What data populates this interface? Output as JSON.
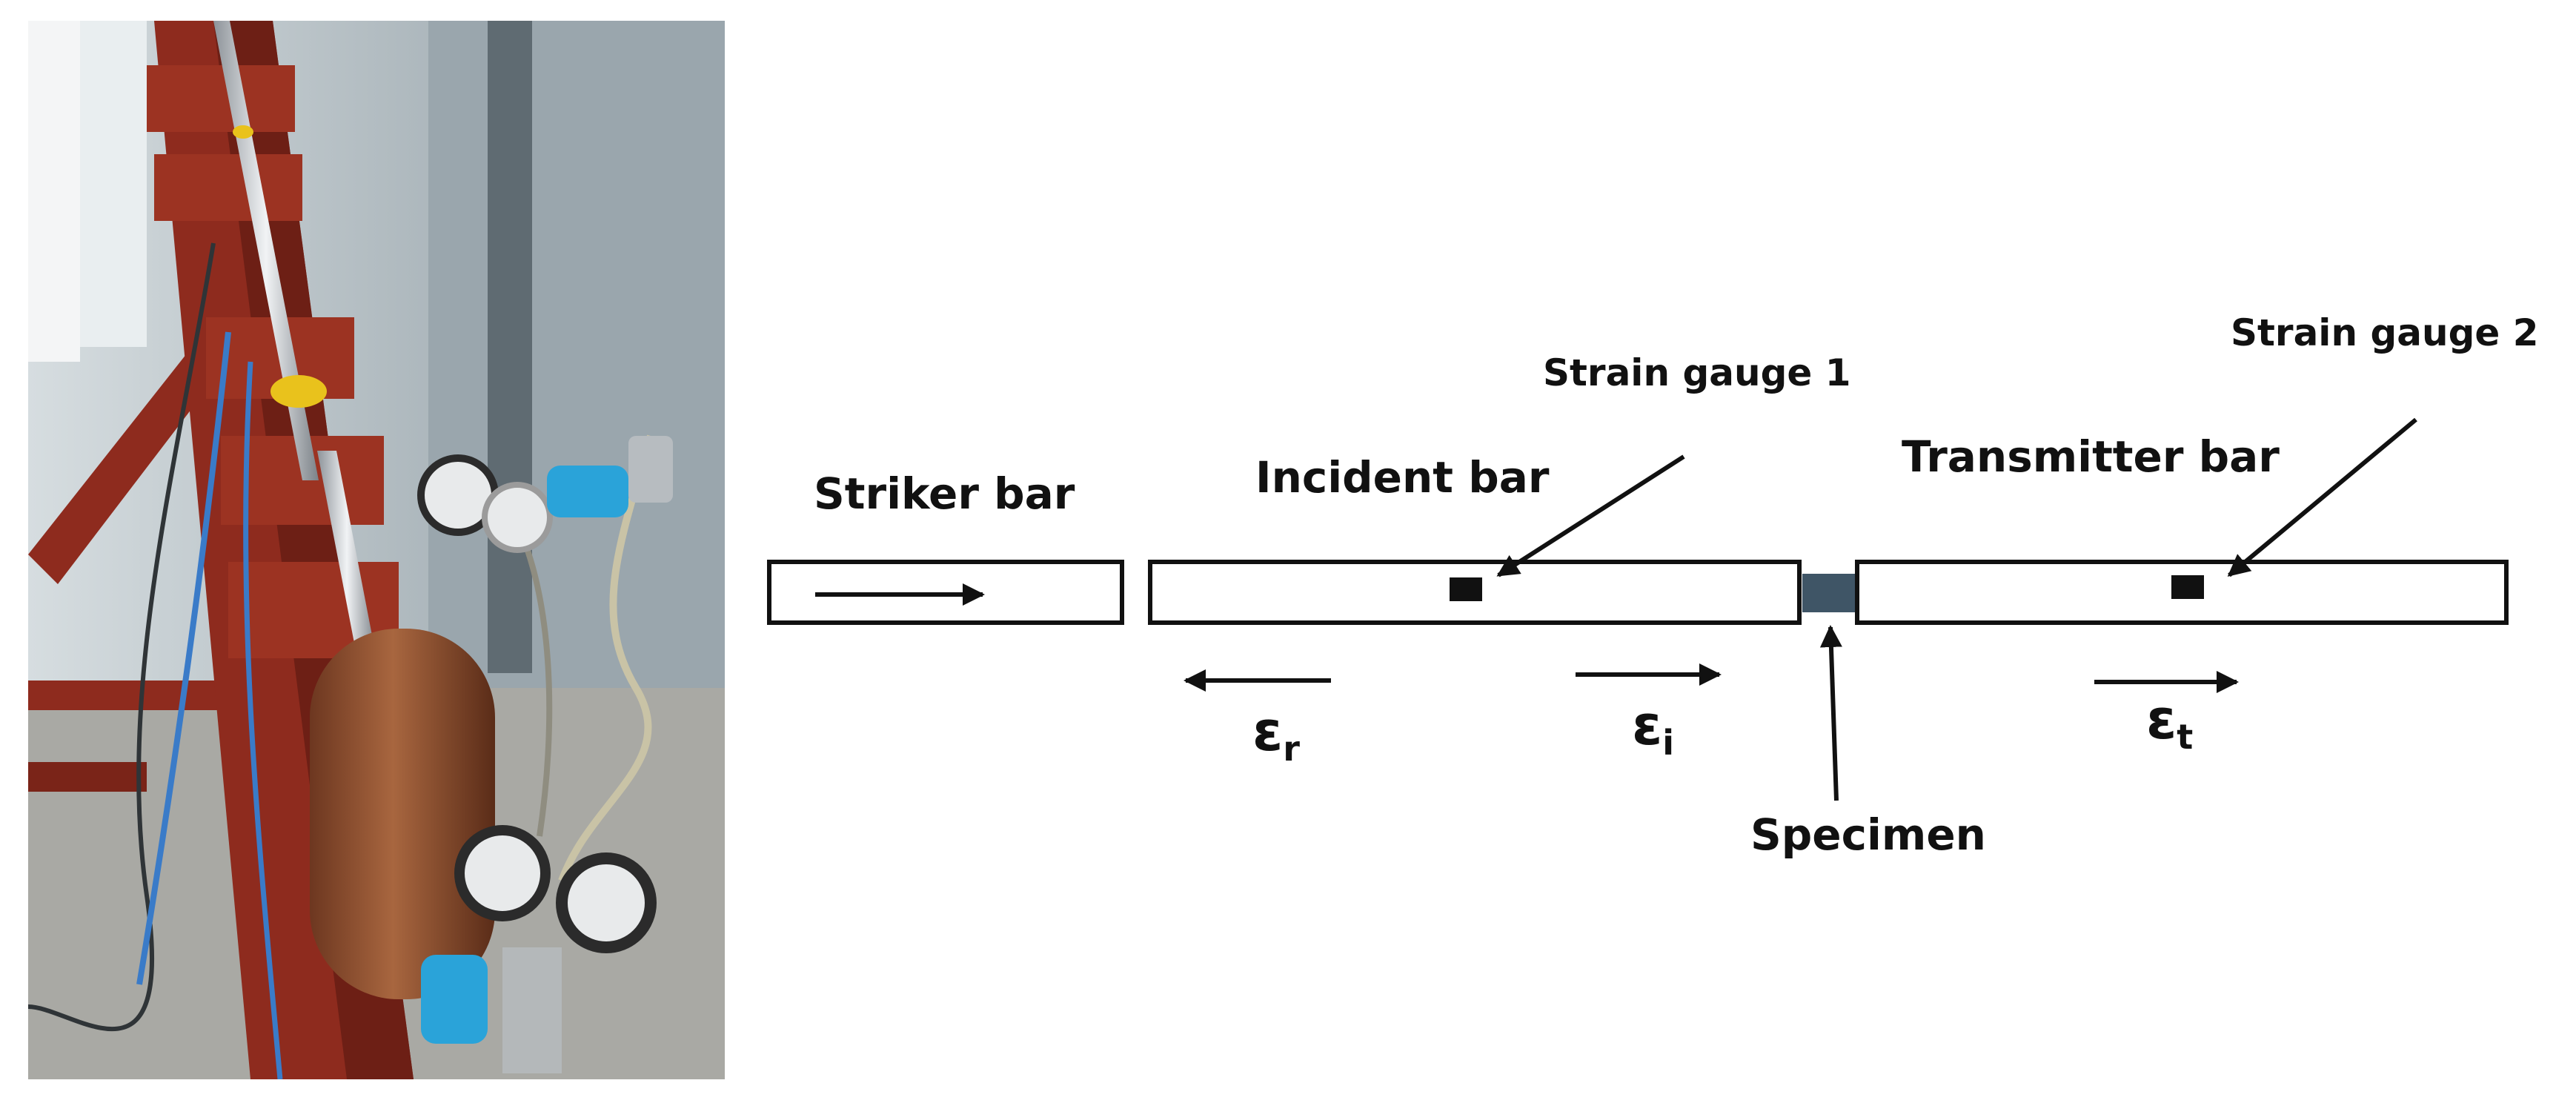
{
  "figure": {
    "photo": {
      "subject": "split-hopkinson-pressure-bar-apparatus-photo"
    },
    "labels": {
      "striker_bar": "Striker bar",
      "incident_bar": "Incident bar",
      "transmitter_bar": "Transmitter bar",
      "strain_gauge_1": "Strain gauge 1",
      "strain_gauge_2": "Strain gauge 2",
      "specimen": "Specimen"
    },
    "strain_symbols": {
      "reflected": {
        "base": "ε",
        "sub": "r"
      },
      "incident": {
        "base": "ε",
        "sub": "i"
      },
      "transmitted": {
        "base": "ε",
        "sub": "t"
      }
    },
    "colors": {
      "outline": "#111111",
      "specimen": "#3f5566",
      "frame_red": "#8e2b1e",
      "vessel_brown": "#8a4a2a",
      "valve_blue": "#2aa3d9",
      "background_wall": "#b9c3c8"
    }
  }
}
